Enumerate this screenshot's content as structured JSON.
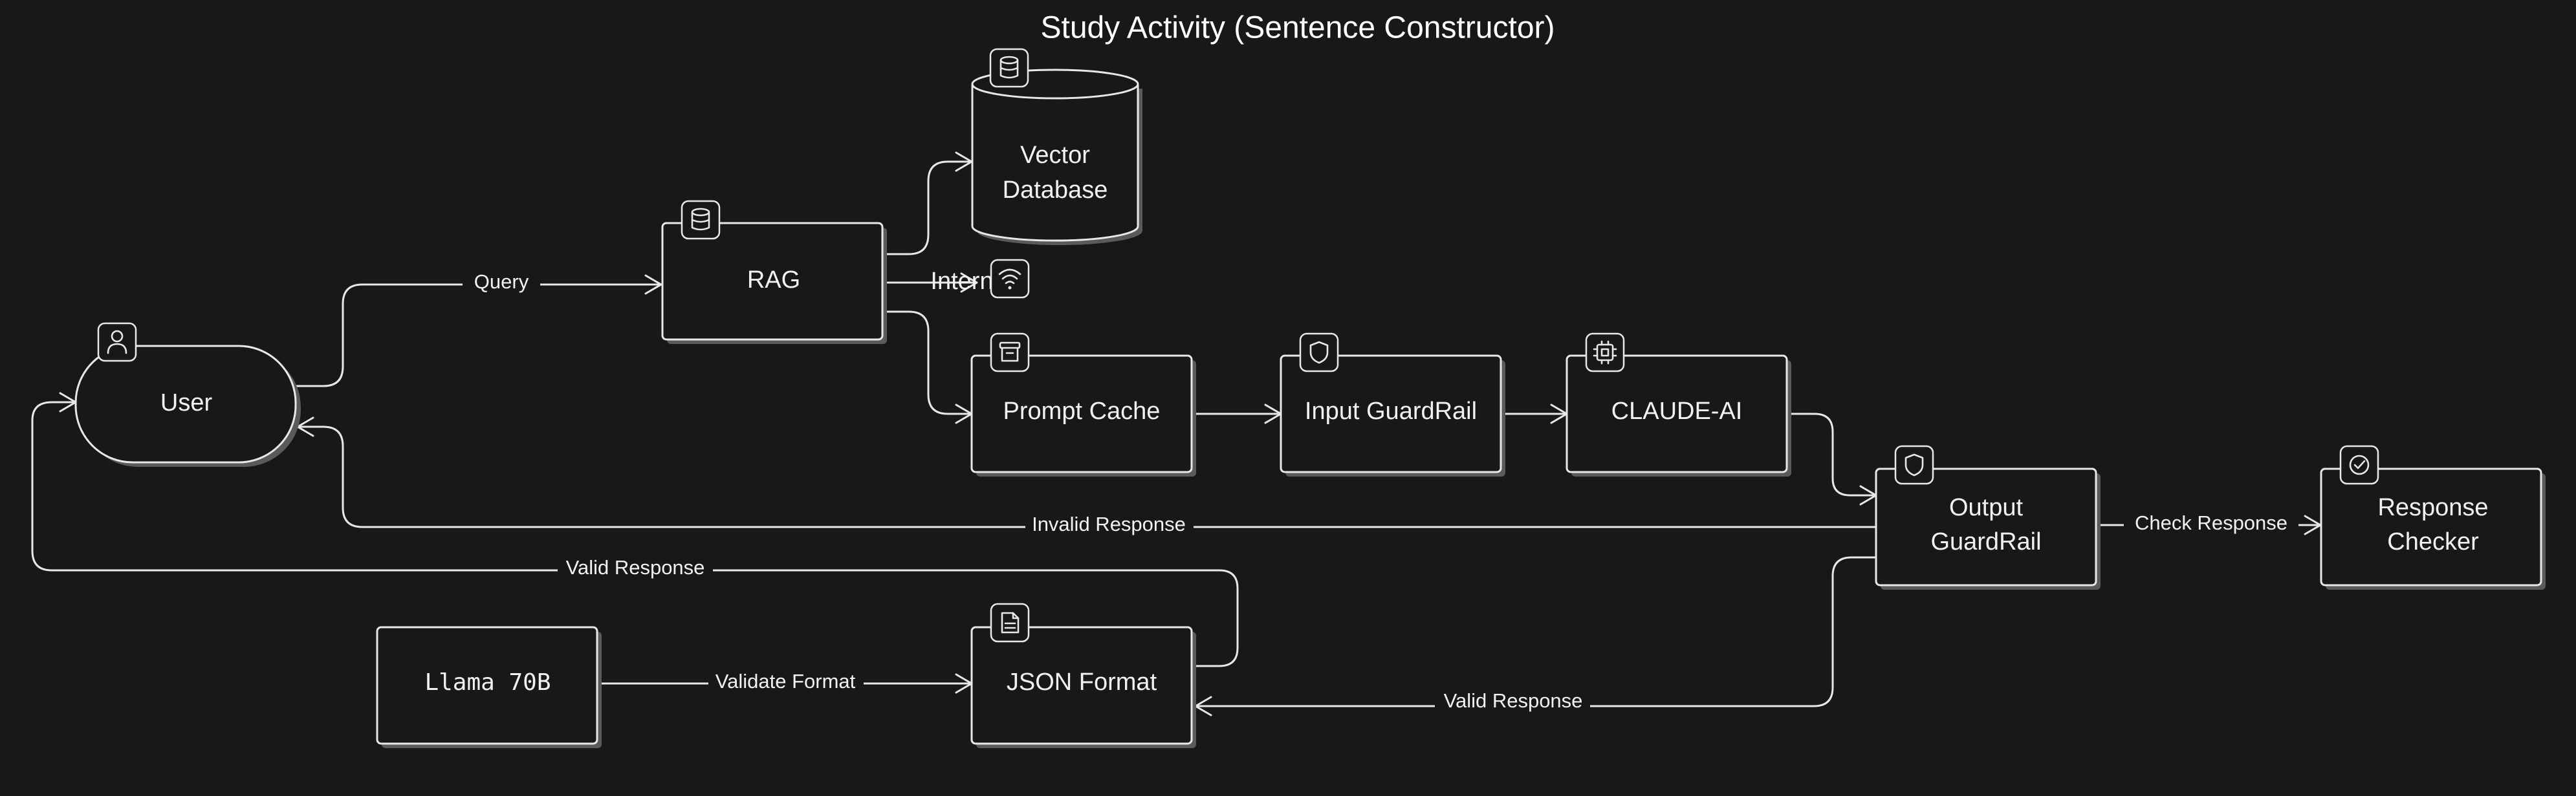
{
  "title": "Study Activity (Sentence Constructor)",
  "nodes": {
    "user": "User",
    "rag": "RAG",
    "vector_db_line1": "Vector",
    "vector_db_line2": "Database",
    "internet": "Intern",
    "prompt_cache": "Prompt Cache",
    "input_guardrail": "Input GuardRail",
    "claude_ai": "CLAUDE-AI",
    "output_guardrail_line1": "Output",
    "output_guardrail_line2": "GuardRail",
    "response_checker_line1": "Response",
    "response_checker_line2": "Checker",
    "llama": "Llama 70B",
    "json_format": "JSON Format"
  },
  "edges": {
    "query": "Query",
    "invalid_response": "Invalid Response",
    "valid_response_top": "Valid Response",
    "check_response": "Check Response",
    "validate_format": "Validate Format",
    "valid_response_bottom": "Valid Response"
  },
  "icons": {
    "user": "user-icon",
    "rag": "database-icon",
    "vector_db": "database-icon",
    "internet": "wifi-icon",
    "prompt_cache": "archive-icon",
    "input_guardrail": "shield-icon",
    "claude_ai": "cpu-icon",
    "output_guardrail": "shield-icon",
    "response_checker": "check-circle-icon",
    "json_format": "file-text-icon"
  },
  "colors": {
    "background": "#181818",
    "stroke": "#e8e8e8",
    "text": "#f2f2f2"
  }
}
